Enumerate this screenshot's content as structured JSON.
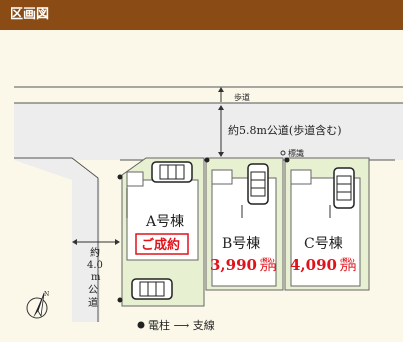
{
  "header": {
    "title": "区画図"
  },
  "roads": {
    "sidewalk": "歩道",
    "main_road": "約5.8m公道(歩道含む)",
    "sign": "標識",
    "side_road": [
      "約",
      "4.0",
      "m",
      "公",
      "道"
    ]
  },
  "lots": [
    {
      "name": "A号棟",
      "status": "ご成約"
    },
    {
      "name": "B号棟",
      "price": "3,990",
      "tax_note": "(税込)",
      "unit": "万円"
    },
    {
      "name": "C号棟",
      "price": "4,090",
      "tax_note": "(税込)",
      "unit": "万円"
    }
  ],
  "legend": {
    "text": "電柱 ⟶ 支線"
  },
  "compass": {
    "label": "N"
  },
  "colors": {
    "header": "#8a4b14",
    "lot": "#e8f0d2",
    "price": "#e0121a",
    "road": "#ededed"
  }
}
